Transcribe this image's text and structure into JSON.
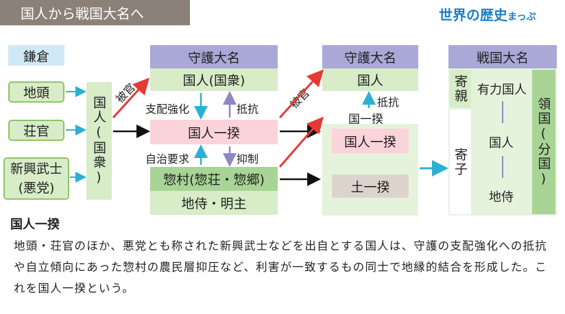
{
  "title": "国人から戦国大名へ",
  "logo": {
    "main": "世界の歴史",
    "sub": "まっぷ"
  },
  "left": {
    "era": "鎌倉",
    "items": [
      "地頭",
      "荘官",
      "新興武士\n(悪党)"
    ],
    "kokujin": "国人(国衆)"
  },
  "col2": {
    "header": "守護大名",
    "kokujin": "国人(国衆)",
    "ikki": "国人一揆",
    "sonson": "惣村(惣荘・惣郷)",
    "jizamurai": "地侍・明主",
    "label_shihai": "支配強化",
    "label_teiko": "抵抗",
    "label_jichi": "自治要求",
    "label_yokusei": "抑制",
    "label_hikan1": "被官"
  },
  "col3": {
    "header": "守護大名",
    "kokujin": "国人",
    "label_teiko": "抵抗",
    "label_ikki": "国一揆",
    "ikki": "国人一揆",
    "doikki": "土一揆",
    "label_hikan2": "被官"
  },
  "col4": {
    "header": "戦国大名",
    "yorioya": "寄親",
    "yoriko": "寄子",
    "ranks": [
      "有力国人",
      "国人",
      "地侍"
    ],
    "ryogoku": "領国(分国)"
  },
  "section_title": "国人一揆",
  "paragraph": "地頭・荘官のほか、悪党とも称された新興武士などを出自とする国人は、守護の支配強化への抵抗や自立傾向にあった惣村の農民層抑圧など、利害が一致するもの同士で地縁的結合を形成した。これを国人一揆という。"
}
